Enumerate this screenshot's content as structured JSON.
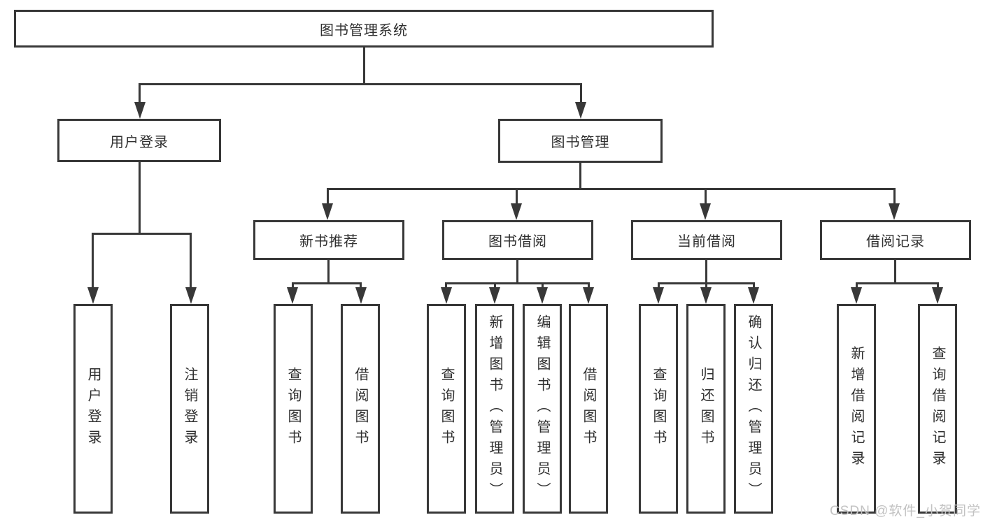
{
  "diagram": {
    "root": {
      "label": "图书管理系统"
    },
    "branches": [
      {
        "label": "用户登录",
        "children": [
          {
            "label": "用户登录"
          },
          {
            "label": "注销登录"
          }
        ]
      },
      {
        "label": "图书管理",
        "children": [
          {
            "label": "新书推荐",
            "children": [
              {
                "label": "查询图书"
              },
              {
                "label": "借阅图书"
              }
            ]
          },
          {
            "label": "图书借阅",
            "children": [
              {
                "label": "查询图书"
              },
              {
                "label": "新增图书（管理员）"
              },
              {
                "label": "编辑图书（管理员）"
              },
              {
                "label": "借阅图书"
              }
            ]
          },
          {
            "label": "当前借阅",
            "children": [
              {
                "label": "查询图书"
              },
              {
                "label": "归还图书"
              },
              {
                "label": "确认归还（管理员）"
              }
            ]
          },
          {
            "label": "借阅记录",
            "children": [
              {
                "label": "新增借阅记录"
              },
              {
                "label": "查询借阅记录"
              }
            ]
          }
        ]
      }
    ]
  },
  "watermark": {
    "text": "CSDN @软件_小贺同学"
  },
  "colors": {
    "line": "#383838",
    "text": "#2f2f2f",
    "background": "#ffffff",
    "watermark": "#c2c2c2"
  }
}
